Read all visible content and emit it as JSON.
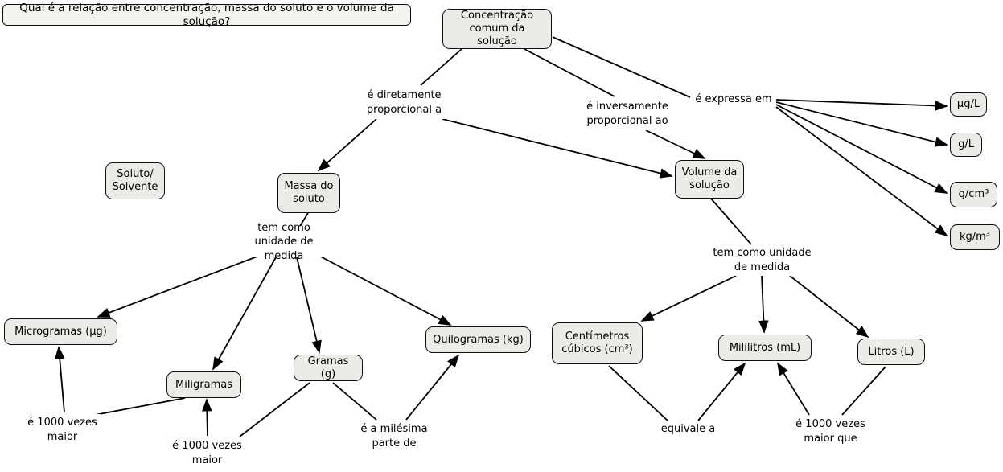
{
  "question": "Qual é a relação entre concentração, massa do soluto e o volume da solução?",
  "nodes": {
    "concentracao": "Concentração comum da solução",
    "soluto_solvente": "Soluto/ Solvente",
    "massa_soluto": "Massa do soluto",
    "volume_solucao": "Volume da solução",
    "ug_l": "μg/L",
    "g_l": "g/L",
    "g_cm3": "g/cm³",
    "kg_m3": "kg/m³",
    "microgramas": "Microgramas (μg)",
    "miligramas": "Miligramas",
    "gramas": "Gramas (g)",
    "quilogramas": "Quilogramas (kg)",
    "cm_cubicos": "Centímetros cúbicos (cm³)",
    "mililitros": "Mililitros (mL)",
    "litros": "Litros (L)"
  },
  "links": {
    "diretamente": "é diretamente proporcional a",
    "inversamente": "é inversamente proporcional ao",
    "expressa": "é expressa em",
    "unidade_massa": "tem como unidade de medida",
    "unidade_volume": "tem como unidade de medida",
    "mil_maior_micro": "é 1000 vezes maior",
    "mil_maior_mili": "é 1000 vezes maior",
    "milesima": "é a milésima parte de",
    "equivale": "equivale a",
    "mil_maior_que": "é 1000 vezes maior que"
  },
  "edges": [
    {
      "from": "Concentração comum da solução",
      "label": "é diretamente proporcional a",
      "to": "Massa do soluto"
    },
    {
      "from": "Concentração comum da solução",
      "label": "é inversamente proporcional ao",
      "to": "Volume da solução"
    },
    {
      "from": "Concentração comum da solução",
      "label": "é expressa em",
      "to": "μg/L"
    },
    {
      "from": "Concentração comum da solução",
      "label": "é expressa em",
      "to": "g/L"
    },
    {
      "from": "Concentração comum da solução",
      "label": "é expressa em",
      "to": "g/cm³"
    },
    {
      "from": "Concentração comum da solução",
      "label": "é expressa em",
      "to": "kg/m³"
    },
    {
      "from": "Massa do soluto",
      "label": "tem como unidade de medida",
      "to": "Microgramas (μg)"
    },
    {
      "from": "Massa do soluto",
      "label": "tem como unidade de medida",
      "to": "Miligramas"
    },
    {
      "from": "Massa do soluto",
      "label": "tem como unidade de medida",
      "to": "Gramas (g)"
    },
    {
      "from": "Massa do soluto",
      "label": "tem como unidade de medida",
      "to": "Quilogramas (kg)"
    },
    {
      "from": "Volume da solução",
      "label": "tem como unidade de medida",
      "to": "Centímetros cúbicos (cm³)"
    },
    {
      "from": "Volume da solução",
      "label": "tem como unidade de medida",
      "to": "Mililitros (mL)"
    },
    {
      "from": "Volume da solução",
      "label": "tem como unidade de medida",
      "to": "Litros (L)"
    },
    {
      "from": "Miligramas",
      "label": "é 1000 vezes maior",
      "to": "Microgramas (μg)"
    },
    {
      "from": "Gramas (g)",
      "label": "é 1000 vezes maior",
      "to": "Miligramas"
    },
    {
      "from": "Gramas (g)",
      "label": "é a milésima parte de",
      "to": "Quilogramas (kg)"
    },
    {
      "from": "Centímetros cúbicos (cm³)",
      "label": "equivale a",
      "to": "Mililitros (mL)"
    },
    {
      "from": "Litros (L)",
      "label": "é 1000 vezes maior que",
      "to": "Mililitros (mL)"
    }
  ],
  "colors": {
    "node_fill": "#e9ece7",
    "node_border": "#111111",
    "line": "#000000"
  }
}
